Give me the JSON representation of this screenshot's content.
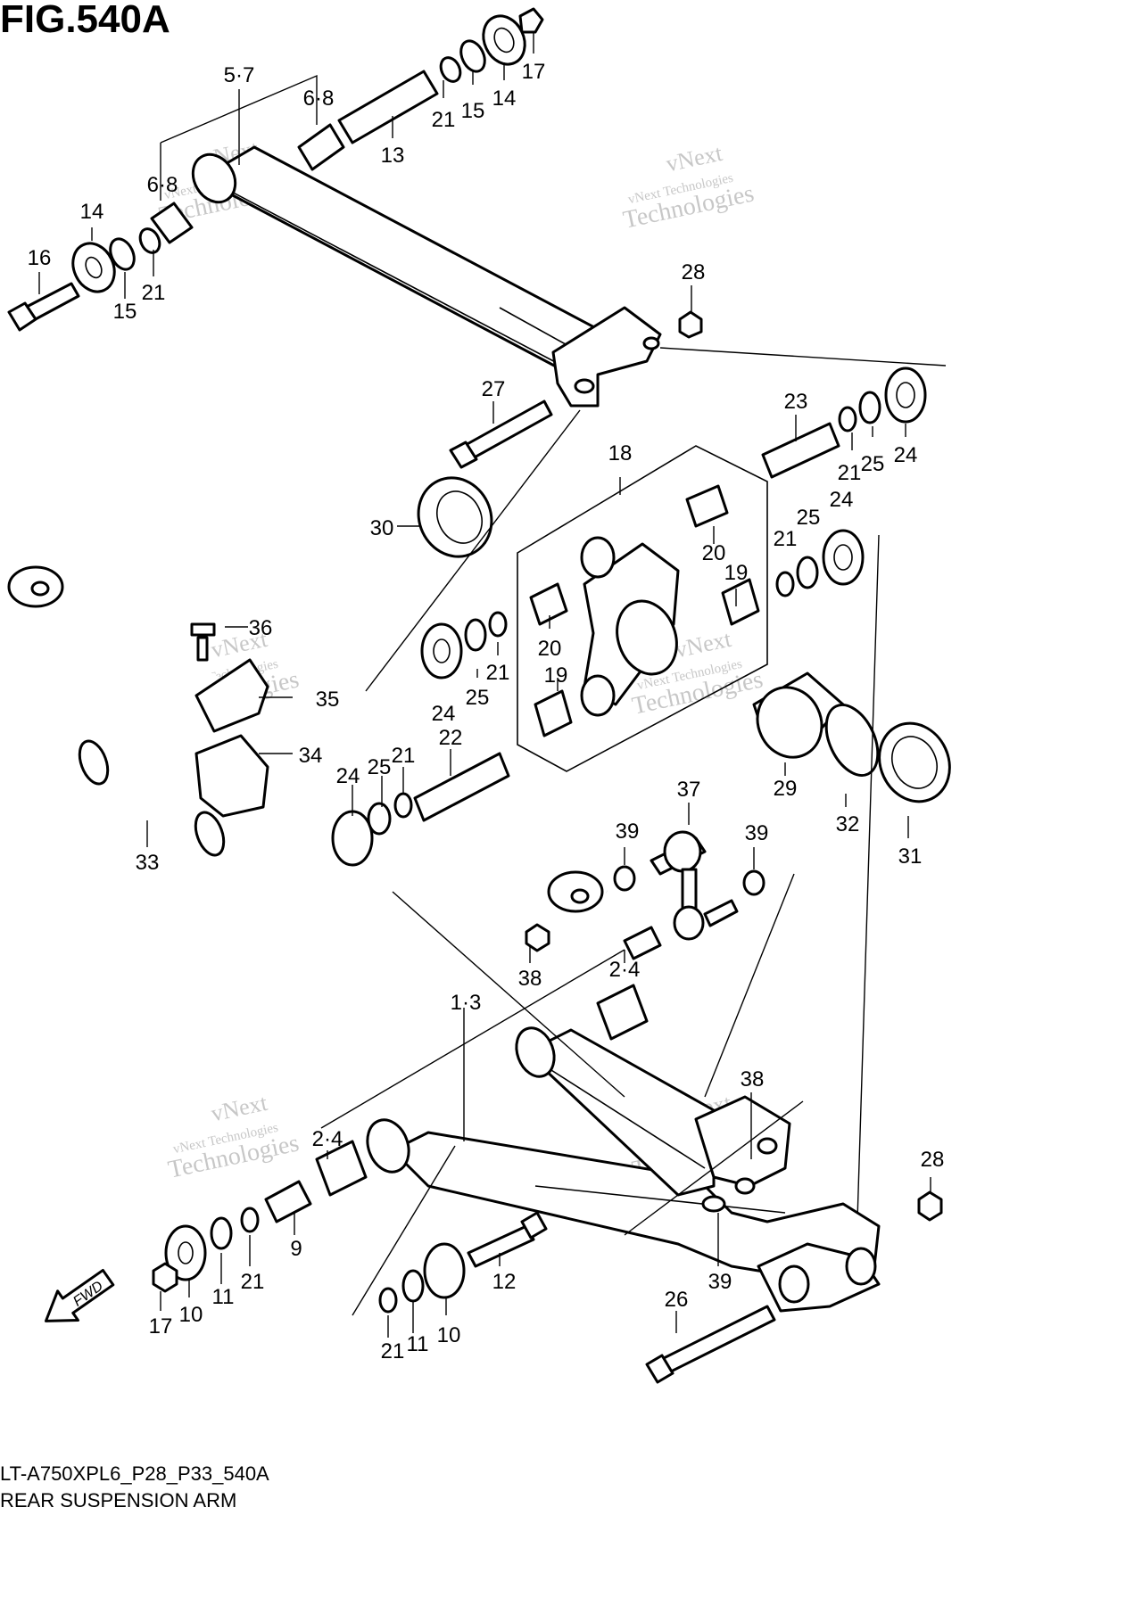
{
  "figure": {
    "title": "FIG.540A"
  },
  "caption": {
    "code": "LT-A750XPL6_P28_P33_540A",
    "name": "REAR SUSPENSION ARM"
  },
  "watermark": {
    "lines": [
      "vNext",
      "vNext Technologies",
      "Technologies"
    ]
  },
  "fwd_badge": {
    "text": "FWD"
  },
  "callouts": [
    "5·7",
    "6·8",
    "13",
    "21",
    "15",
    "14",
    "17",
    "6·8",
    "14",
    "16",
    "15",
    "21",
    "28",
    "27",
    "23",
    "21",
    "25",
    "24",
    "18",
    "30",
    "20",
    "19",
    "25",
    "24",
    "21",
    "20",
    "21",
    "19",
    "24",
    "25",
    "36",
    "35",
    "34",
    "22",
    "21",
    "25",
    "24",
    "29",
    "32",
    "31",
    "33",
    "37",
    "39",
    "39",
    "38",
    "2·4",
    "1·3",
    "38",
    "2·4",
    "9",
    "21",
    "11",
    "10",
    "17",
    "12",
    "21",
    "11",
    "10",
    "28",
    "39",
    "26"
  ]
}
